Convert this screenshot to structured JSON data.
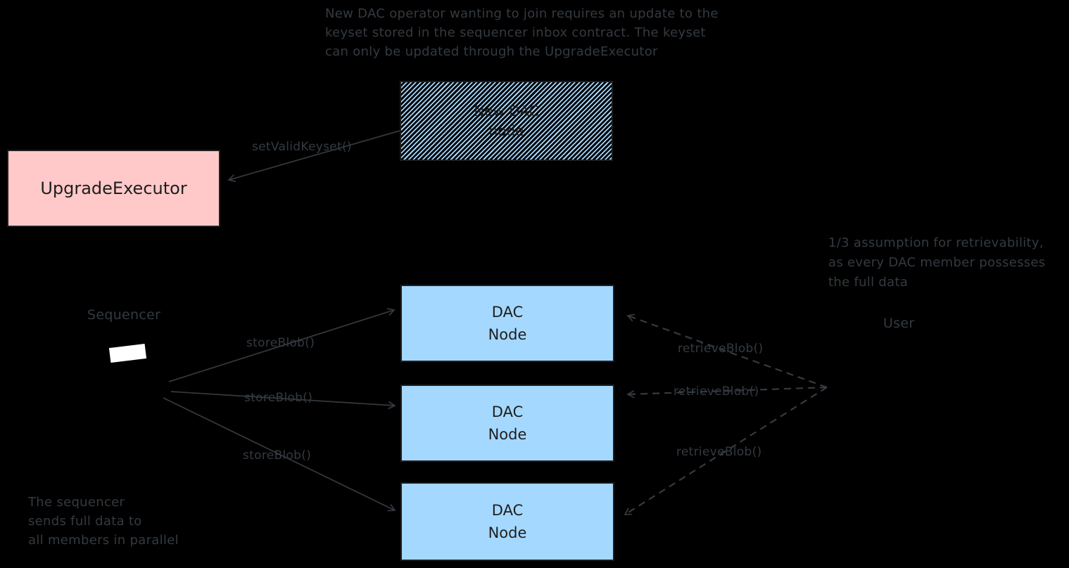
{
  "notes": {
    "top": "New DAC operator wanting to join requires an update to the\nkeyset stored in the sequencer inbox contract. The keyset\ncan only be updated through the UpgradeExecutor",
    "retrievability": "1/3 assumption for retrievability,\nas every DAC member possesses\nthe full data",
    "parallel": "The sequencer\nsends full data to\nall members in parallel"
  },
  "nodes": {
    "new_dac_node": "New DAC\nnode",
    "upgrade_executor": "UpgradeExecutor",
    "sequencer": "Sequencer",
    "dac_node_1": "DAC\nNode",
    "dac_node_2": "DAC\nNode",
    "dac_node_3": "DAC\nNode",
    "user": "User"
  },
  "edges": {
    "set_valid_keyset": "setValidKeyset()",
    "store_blob_1": "storeBlob()",
    "store_blob_2": "storeBlob()",
    "store_blob_3": "storeBlob()",
    "retrieve_blob_1": "retrieveBlob()",
    "retrieve_blob_2": "retrieveBlob()",
    "retrieve_blob_3": "retrieveBlob()"
  },
  "colors": {
    "background": "#000000",
    "ink": "#343a40",
    "box_text": "#1e1e1e",
    "pink_fill": "#ffc9c9",
    "blue_fill": "#a5d8ff",
    "hatch_line": "#a5d8ff",
    "white_fill": "#ffffff"
  }
}
